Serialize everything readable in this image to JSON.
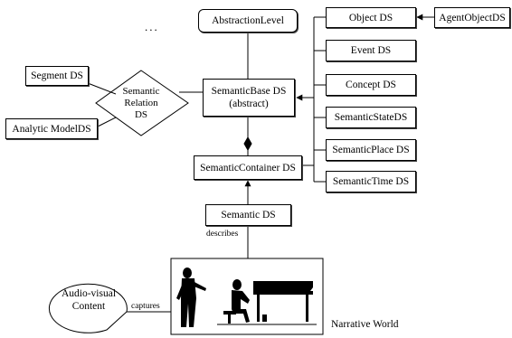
{
  "nodes": {
    "abstraction_level": "AbstractionLevel",
    "ellipsis": "...",
    "object_ds": "Object DS",
    "agent_object_ds": "AgentObjectDS",
    "event_ds": "Event DS",
    "concept_ds": "Concept DS",
    "semantic_state_ds": "SemanticStateDS",
    "semantic_place_ds": "SemanticPlace DS",
    "semantic_time_ds": "SemanticTime DS",
    "segment_ds": "Segment DS",
    "analytic_model_ds": "Analytic ModelDS",
    "semantic_relation_line1": "Semantic",
    "semantic_relation_line2": "Relation",
    "semantic_relation_line3": "DS",
    "semantic_base_line1": "SemanticBase DS",
    "semantic_base_line2": "(abstract)",
    "semantic_container_ds": "SemanticContainer DS",
    "semantic_ds": "Semantic DS",
    "audio_visual_line1": "Audio-visual",
    "audio_visual_line2": "Content"
  },
  "edge_labels": {
    "describes": "describes",
    "captures": "captures"
  },
  "narrative_world_label": "Narrative World"
}
